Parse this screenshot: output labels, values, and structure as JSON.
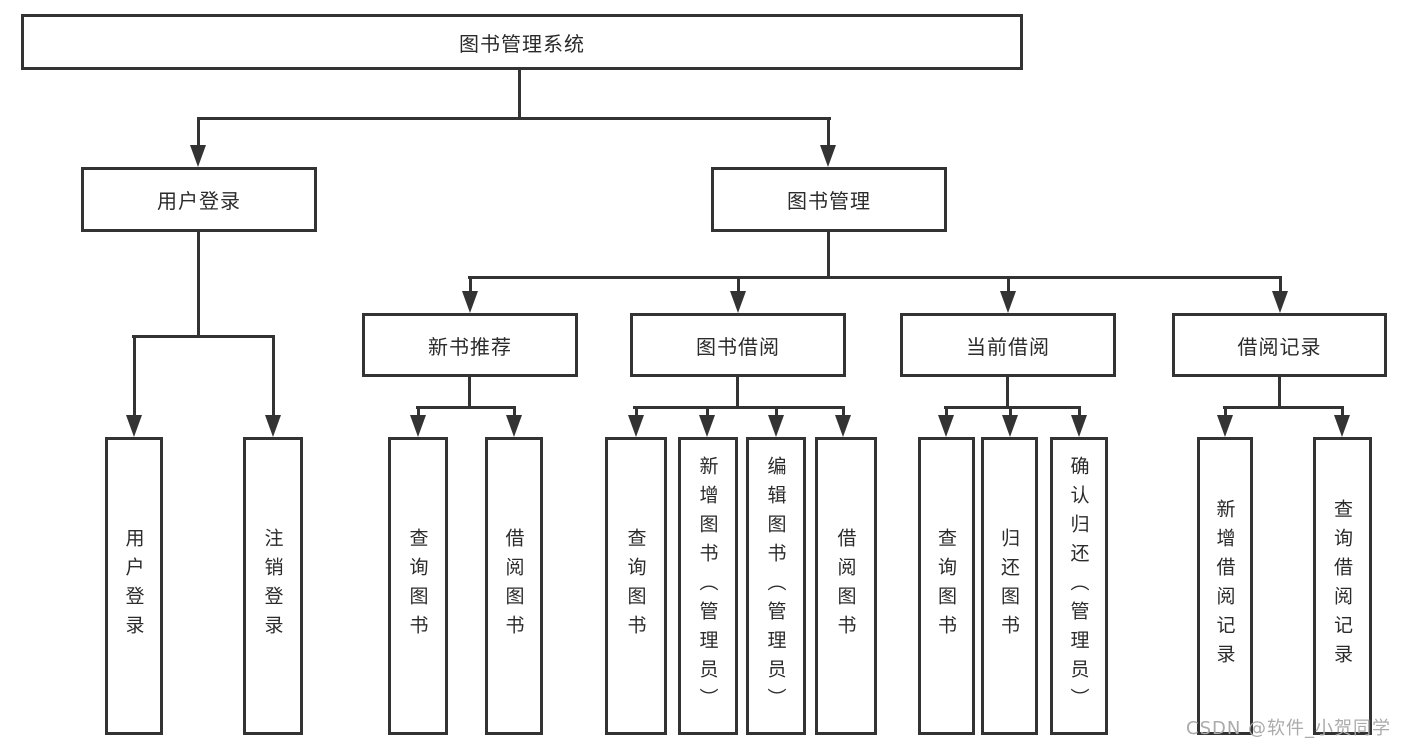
{
  "diagram": {
    "title": "图书管理系统",
    "root": {
      "label": "图书管理系统"
    },
    "level2": [
      {
        "label": "用户登录",
        "children": [
          {
            "label": "用户登录"
          },
          {
            "label": "注销登录"
          }
        ]
      },
      {
        "label": "图书管理",
        "children": [
          {
            "label": "新书推荐",
            "children": [
              {
                "label": "查询图书"
              },
              {
                "label": "借阅图书"
              }
            ]
          },
          {
            "label": "图书借阅",
            "children": [
              {
                "label": "查询图书"
              },
              {
                "label": "新增图书（管理员）"
              },
              {
                "label": "编辑图书（管理员）"
              },
              {
                "label": "借阅图书"
              }
            ]
          },
          {
            "label": "当前借阅",
            "children": [
              {
                "label": "查询图书"
              },
              {
                "label": "归还图书"
              },
              {
                "label": "确认归还（管理员）"
              }
            ]
          },
          {
            "label": "借阅记录",
            "children": [
              {
                "label": "新增借阅记录"
              },
              {
                "label": "查询借阅记录"
              }
            ]
          }
        ]
      }
    ]
  },
  "watermark": {
    "text": "CSDN @软件_小贺同学"
  },
  "colors": {
    "line": "#333333",
    "box_border": "#333333",
    "box_fill": "#ffffff",
    "text": "#2b2b2b",
    "watermark": "#ababab",
    "background": "#ffffff"
  }
}
